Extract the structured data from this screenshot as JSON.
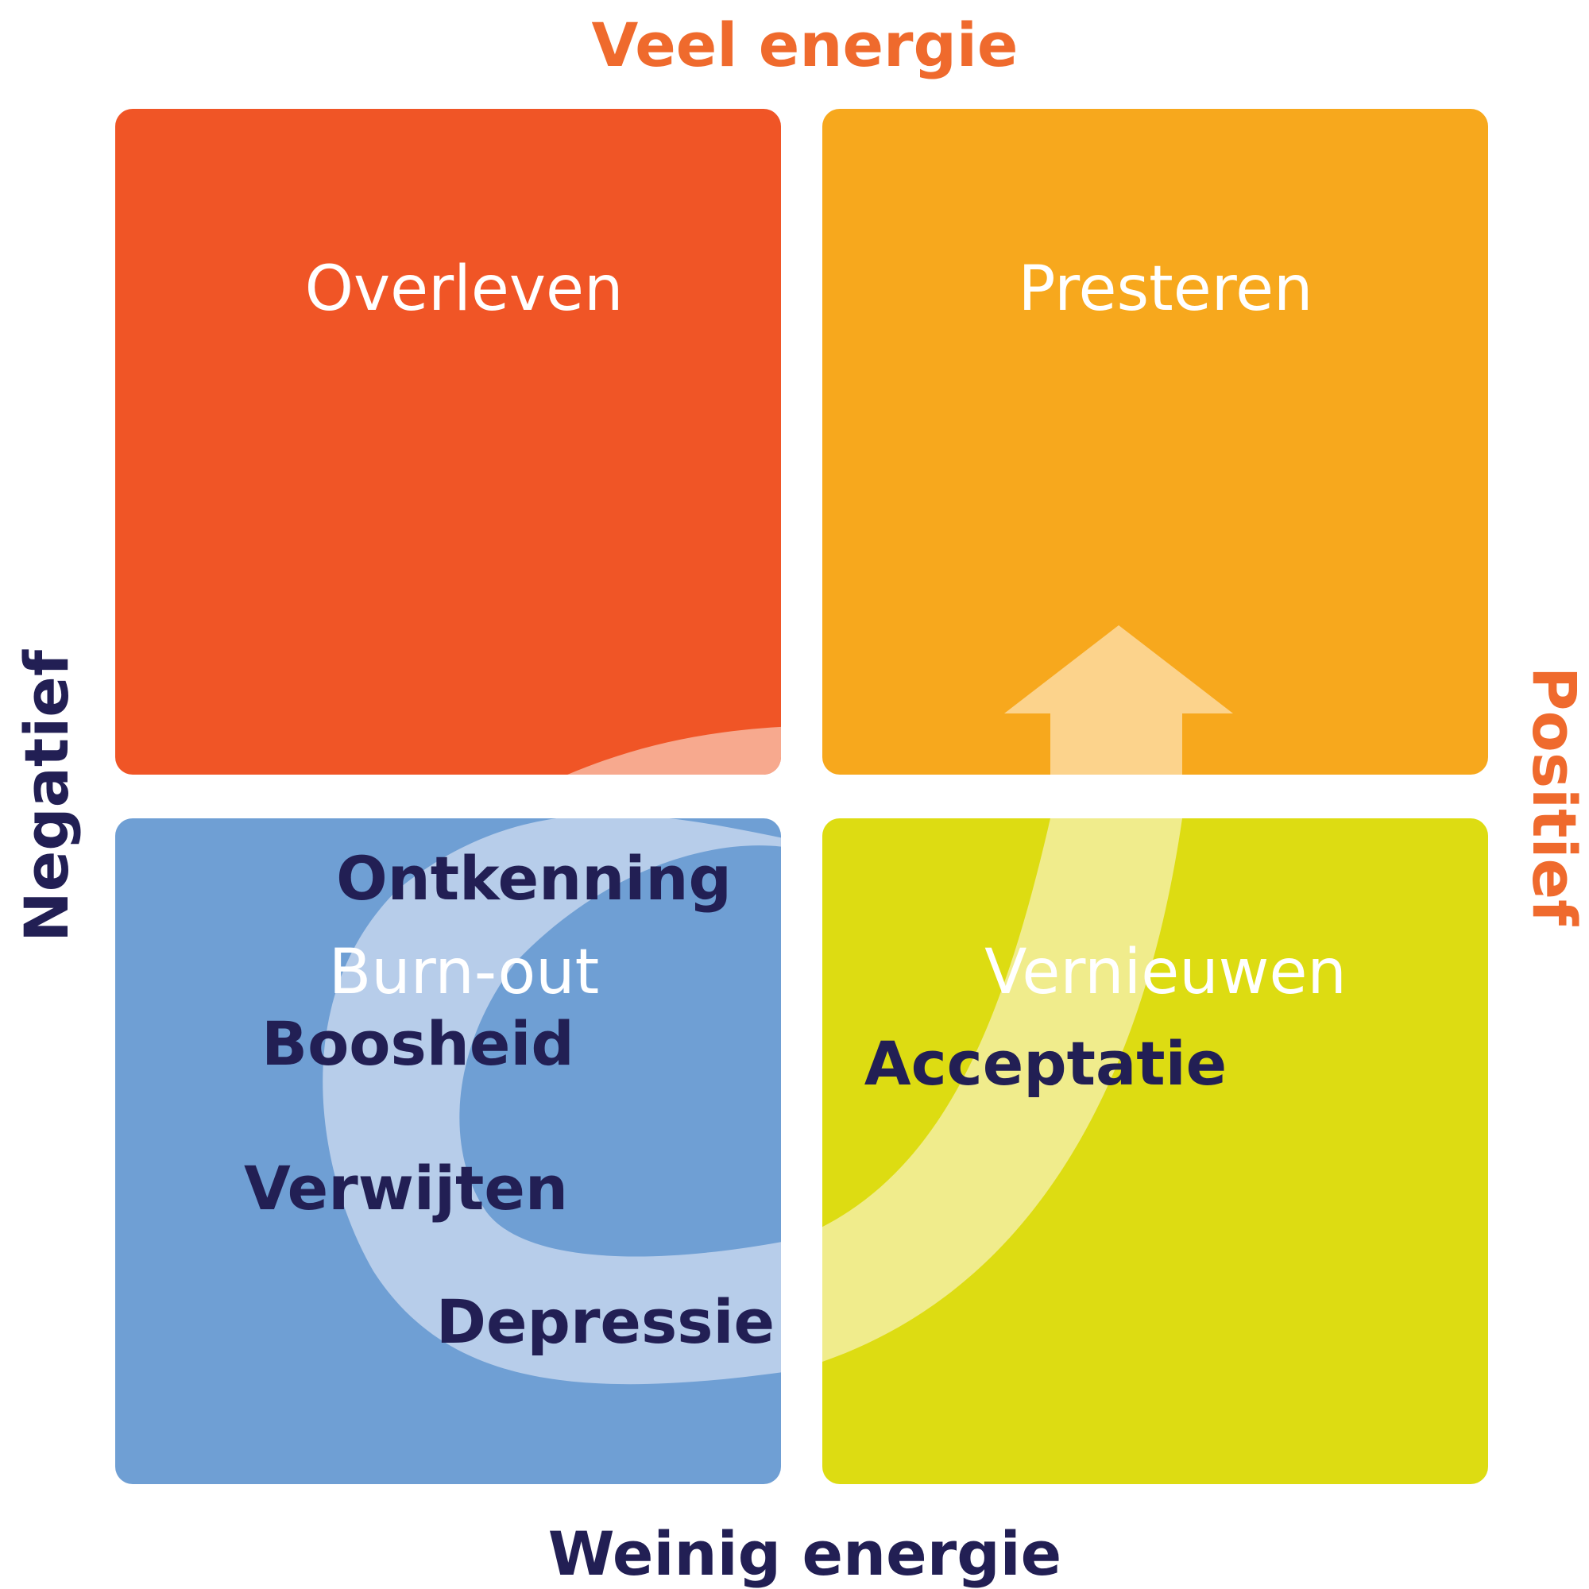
{
  "colors": {
    "orange_text": "#EF6A2D",
    "navy_text": "#221F54",
    "red_quadrant": "#F05526",
    "amber_quadrant": "#F7A81D",
    "blue_quadrant": "#6F9FD4",
    "yellow_quadrant": "#DDDC12",
    "white": "#FFFFFF"
  },
  "axes": {
    "top": "Veel energie",
    "bottom": "Weinig energie",
    "left": "Negatief",
    "right": "Positief"
  },
  "quadrants": {
    "top_left": "Overleven",
    "top_right": "Presteren",
    "bottom_left": "Burn-out",
    "bottom_right": "Vernieuwen"
  },
  "phases": [
    "Ontkenning",
    "Boosheid",
    "Verwijten",
    "Depressie",
    "Acceptatie"
  ]
}
